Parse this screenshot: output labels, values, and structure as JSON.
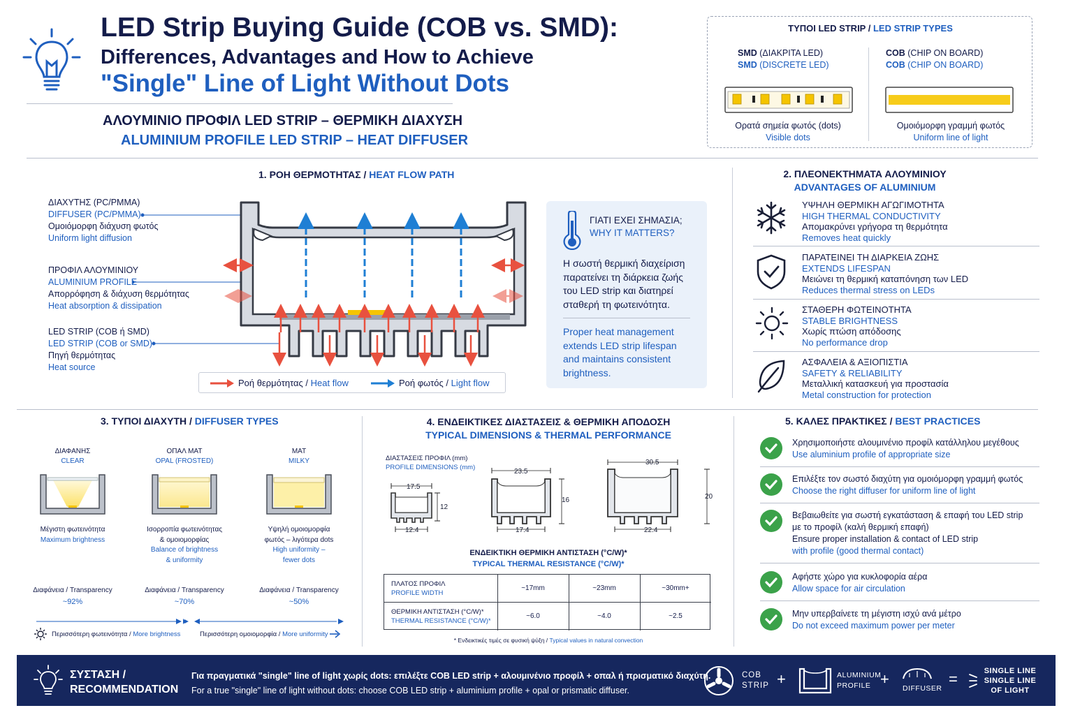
{
  "header": {
    "title_line1": "LED Strip Buying Guide (COB vs. SMD):",
    "title_line2": "Differences, Advantages and How to Achieve",
    "title_line3": "\"Single\" Line of Light Without Dots",
    "subtitle_gr": "ΑΛΟΥΜΙΝΙΟ ΠΡΟΦΙΛ LED STRIP – ΘΕΡΜΙΚΗ ΔΙΑΧΥΣΗ",
    "subtitle_en": "ALUMINIUM PROFILE LED STRIP – HEAT DIFFUSER"
  },
  "types_box": {
    "title_gr": "ΤΥΠΟΙ LED STRIP / ",
    "title_en": "LED STRIP TYPES",
    "smd_gr_a": "SMD",
    "smd_gr_b": " (ΔΙΑΚΡΙΤΑ LED)",
    "smd_en_a": "SMD",
    "smd_en_b": " (DISCRETE LED)",
    "cob_gr_a": "COB",
    "cob_gr_b": " (CHIP ON BOARD)",
    "cob_en_a": "COB",
    "cob_en_b": " (CHIP ON BOARD)",
    "smd_caption_gr": "Ορατά σημεία φωτός (dots)",
    "smd_caption_en": "Visible dots",
    "cob_caption_gr": "Ομοιόμορφη γραμμή φωτός",
    "cob_caption_en": "Uniform line of light"
  },
  "heat_flow": {
    "title_gr": "1. ΡΟΗ ΘΕΡΜΟΤΗΤΑΣ / ",
    "title_en": "HEAT FLOW PATH",
    "diffuser_gr": "ΔΙΑΧΥΤΗΣ (PC/PMMA)",
    "diffuser_en": "DIFFUSER (PC/PMMA)",
    "diffuser_desc_gr": "Ομοιόμορφη διάχυση φωτός",
    "diffuser_desc_en": "Uniform light diffusion",
    "profile_gr": "ΠΡΟΦΙΛ ΑΛΟΥΜΙΝΙΟΥ",
    "profile_en": "ALUMINIUM PROFILE",
    "profile_desc_gr": "Απορρόφηση & διάχυση θερμότητας",
    "profile_desc_en": "Heat absorption & dissipation",
    "strip_gr": "LED STRIP (COB ή SMD)",
    "strip_en": "LED STRIP (COB or SMD)",
    "strip_desc_gr": "Πηγή θερμότητας",
    "strip_desc_en": "Heat source",
    "legend_heat_gr": "Ροή θερμότητας / ",
    "legend_heat_en": "Heat flow",
    "legend_light_gr": "Ροή φωτός / ",
    "legend_light_en": "Light flow"
  },
  "why": {
    "title_gr": "ΓΙΑΤΙ ΕΧΕΙ ΣΗΜΑΣΙΑ;",
    "title_en": "WHY IT MATTERS?",
    "body_gr": [
      "Η σωστή θερμική διαχείριση",
      "παρατείνει τη διάρκεια ζωής",
      "του LED strip και διατηρεί",
      "σταθερή τη φωτεινότητα."
    ],
    "body_en": [
      "Proper heat management",
      "extends LED strip lifespan",
      "and maintains consistent",
      "brightness."
    ]
  },
  "advantages": {
    "title_gr": "2. ΠΛΕΟΝΕΚΤΗΜΑΤΑ ΑΛΟΥΜΙΝΙΟΥ",
    "title_en": "ADVANTAGES OF ALUMINIUM",
    "items": [
      {
        "icon": "snowflake-icon",
        "h_gr": "ΥΨΗΛΗ ΘΕΡΜΙΚΗ ΑΓΩΓΙΜΟΤΗΤΑ",
        "h_en": "HIGH THERMAL CONDUCTIVITY",
        "d_gr": "Απομακρύνει γρήγορα τη θερμότητα",
        "d_en": "Removes heat quickly"
      },
      {
        "icon": "shield-check-icon",
        "h_gr": "ΠΑΡΑΤΕΙΝΕΙ ΤΗ ΔΙΑΡΚΕΙΑ ΖΩΗΣ",
        "h_en": "EXTENDS LIFESPAN",
        "d_gr": "Μειώνει τη θερμική καταπόνηση των LED",
        "d_en": "Reduces thermal stress on LEDs"
      },
      {
        "icon": "sun-icon",
        "h_gr": "ΣΤΑΘΕΡΗ ΦΩΤΕΙΝΟΤΗΤΑ",
        "h_en": "STABLE BRIGHTNESS",
        "d_gr": "Χωρίς πτώση απόδοσης",
        "d_en": "No performance drop"
      },
      {
        "icon": "leaf-icon",
        "h_gr": "ΑΣΦΑΛΕΙΑ & ΑΞΙΟΠΙΣΤΙΑ",
        "h_en": "SAFETY & RELIABILITY",
        "d_gr": "Μεταλλική κατασκευή για προστασία",
        "d_en": "Metal construction for protection"
      }
    ]
  },
  "diffusers": {
    "title_gr": "3. ΤΥΠΟΙ ΔΙΑΧΥΤΗ / ",
    "title_en": "DIFFUSER TYPES",
    "items": [
      {
        "name_gr": "ΔΙΑΦΑΝΗΣ",
        "name_en": "CLEAR",
        "d1_gr": "Μέγιστη φωτεινότητα",
        "d2_gr": "",
        "d1_en": "Maximum brightness",
        "d2_en": "",
        "trans": "Διαφάνεια / Transparency",
        "value": "~92%"
      },
      {
        "name_gr": "ΟΠΑΛ ΜΑΤ",
        "name_en": "OPAL (FROSTED)",
        "d1_gr": "Ισορροπία φωτεινότητας",
        "d2_gr": "& ομοιομορφίας",
        "d1_en": "Balance of brightness",
        "d2_en": "& uniformity",
        "trans": "Διαφάνεια / Transparency",
        "value": "~70%"
      },
      {
        "name_gr": "ΜΑΤ",
        "name_en": "MILKY",
        "d1_gr": "Υψηλή ομοιομορφία",
        "d2_gr": "φωτός – λιγότερα dots",
        "d1_en": "High uniformity –",
        "d2_en": "fewer dots",
        "trans": "Διαφάνεια / Transparency",
        "value": "~50%"
      }
    ],
    "scale_left_gr": "Περισσότερη φωτεινότητα / ",
    "scale_left_en": "More brightness",
    "scale_right_gr": "Περισσότερη ομοιομορφία / ",
    "scale_right_en": "More uniformity"
  },
  "dimensions": {
    "title_gr": "4. ΕΝΔΕΙΚΤΙΚΕΣ ΔΙΑΣΤΑΣΕΙΣ & ΘΕΡΜΙΚΗ ΑΠΟΔΟΣΗ",
    "title_en": "TYPICAL DIMENSIONS & THERMAL PERFORMANCE",
    "label_gr": "ΔΙΑΣΤΑΣΕΙΣ ΠΡΟΦΙΛ (mm)",
    "label_en": "PROFILE DIMENSIONS (mm)",
    "profiles": [
      {
        "top": "17.5",
        "bottom": "12.4",
        "height": "12"
      },
      {
        "top": "23.5",
        "bottom": "17.4",
        "height": "16"
      },
      {
        "top": "30.5",
        "bottom": "22.4",
        "height": "20"
      }
    ],
    "resist_title_gr": "ΕΝΔΕΙΚΤΙΚΗ ΘΕΡΜΙΚΗ ΑΝΤΙΣΤΑΣΗ (°C/W)*",
    "resist_title_en": "TYPICAL THERMAL RESISTANCE (°C/W)*",
    "table": {
      "row1_gr": "ΠΛΑΤΟΣ ΠΡΟΦΙΛ",
      "row1_en": "PROFILE WIDTH",
      "row1": [
        "~17mm",
        "~23mm",
        "~30mm+"
      ],
      "row2_gr": "ΘΕΡΜΙΚΗ ΑΝΤΙΣΤΑΣΗ (°C/W)*",
      "row2_en": "THERMAL RESISTANCE (°C/W)*",
      "row2": [
        "~6.0",
        "~4.0",
        "~2.5"
      ]
    },
    "footnote_gr": "* Ενδεικτικές τιμές σε φυσική ψύξη / ",
    "footnote_en": "Typical values in natural convection"
  },
  "best_practices": {
    "title_gr": "5. ΚΑΛΕΣ ΠΡΑΚΤΙΚΕΣ / ",
    "title_en": "BEST PRACTICES",
    "items": [
      {
        "gr": [
          "Χρησιμοποιήστε αλουμινένιο προφίλ κατάλληλου μεγέθους"
        ],
        "en": [
          "Use aluminium profile of appropriate size"
        ]
      },
      {
        "gr": [
          "Επιλέξτε τον σωστό διαχύτη για ομοιόμορφη γραμμή φωτός"
        ],
        "en": [
          "Choose the right diffuser for uniform line of light"
        ]
      },
      {
        "gr": [
          "Βεβαιωθείτε για σωστή εγκατάσταση & επαφή του LED strip",
          "με το προφίλ (καλή θερμική επαφή)"
        ],
        "en": [
          "Ensure proper installation & contact of LED strip",
          "with profile (good thermal contact)"
        ]
      },
      {
        "gr": [
          "Αφήστε χώρο για κυκλοφορία αέρα"
        ],
        "en": [
          "Allow space for air circulation"
        ]
      },
      {
        "gr": [
          "Μην υπερβαίνετε τη μέγιστη ισχύ ανά μέτρο"
        ],
        "en": [
          "Do not exceed maximum power per meter"
        ]
      }
    ]
  },
  "recommendation": {
    "label_gr": "ΣΥΣΤΑΣΗ /",
    "label_en": "RECOMMENDATION",
    "text_gr": "Για πραγματικά \"single\" line of light χωρίς dots: επιλέξτε COB LED strip + αλουμινένιο προφίλ + οπαλ ή πρισματικό διαχύτη.",
    "text_en": "For a true \"single\" line of light without dots: choose COB LED strip + aluminium profile + opal or prismatic diffuser.",
    "f1_a": "COB",
    "f1_b": "STRIP",
    "f2_a": "ALUMINIUM",
    "f2_b": "PROFILE",
    "f3_a": "DIFFUSER",
    "plus": "+",
    "equals": "=",
    "f4_a": "SINGLE LINE",
    "f4_b": "SINGLE LINE",
    "f4_c": "OF LIGHT"
  },
  "colors": {
    "navy": "#141c4a",
    "blue": "#1f5fbf",
    "heat": "#e8513f",
    "light": "#1f7fd4",
    "green": "#3ba24a",
    "banner": "#16275e"
  }
}
